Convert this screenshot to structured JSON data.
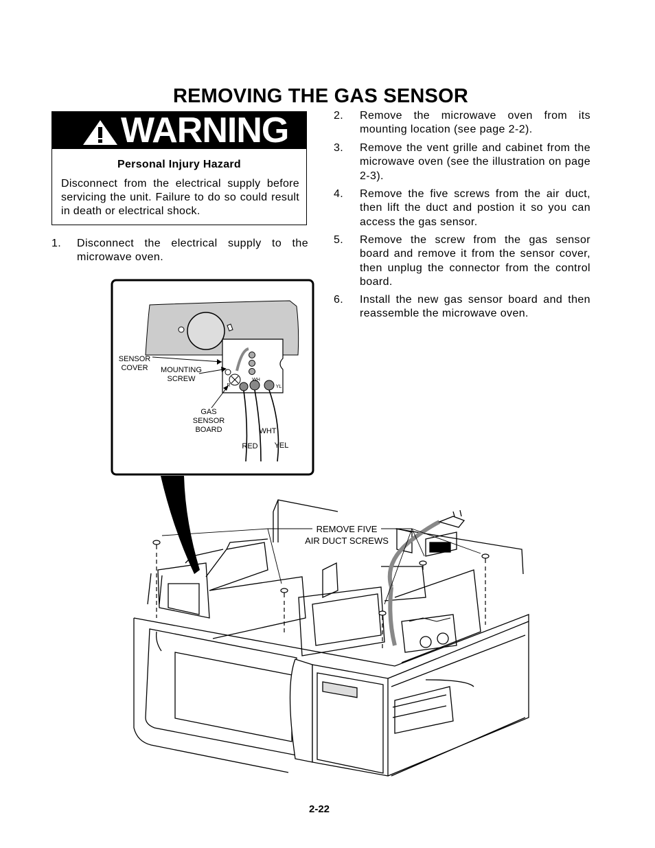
{
  "title": "REMOVING THE GAS SENSOR",
  "warning": {
    "word": "WARNING",
    "hazard_title": "Personal Injury Hazard",
    "hazard_text": "Disconnect from the electrical supply before servicing the unit. Failure to do so could result in death or electrical shock."
  },
  "steps": [
    {
      "num": "1.",
      "text": "Disconnect the electrical supply to the microwave oven."
    },
    {
      "num": "2.",
      "text": "Remove the microwave oven from its mounting location (see page 2-2)."
    },
    {
      "num": "3.",
      "text": "Remove the vent grille and cabinet from the microwave oven (see the illustration on page 2-3)."
    },
    {
      "num": "4.",
      "text": "Remove the five screws from the air duct, then lift the duct and postion it so you can access the gas sensor."
    },
    {
      "num": "5.",
      "text": "Remove the screw from the gas sensor board and remove it from the sensor cover, then unplug the connector from the control board."
    },
    {
      "num": "6.",
      "text": "Install the new gas sensor board and then reassemble the microwave oven."
    }
  ],
  "detail_labels": {
    "sensor_cover_1": "SENSOR",
    "sensor_cover_2": "COVER",
    "mounting_screw_1": "MOUNTING",
    "mounting_screw_2": "SCREW",
    "gas_sensor_board_1": "GAS",
    "gas_sensor_board_2": "SENSOR",
    "gas_sensor_board_3": "BOARD",
    "wht": "WHT",
    "red": "RED",
    "yel": "YEL",
    "pin_wh": "WH",
    "pin_yl": "YL",
    "pin_r": "R"
  },
  "main_labels": {
    "remove_screws_1": "REMOVE FIVE",
    "remove_screws_2": "AIR DUCT SCREWS"
  },
  "page_number": "2-22"
}
